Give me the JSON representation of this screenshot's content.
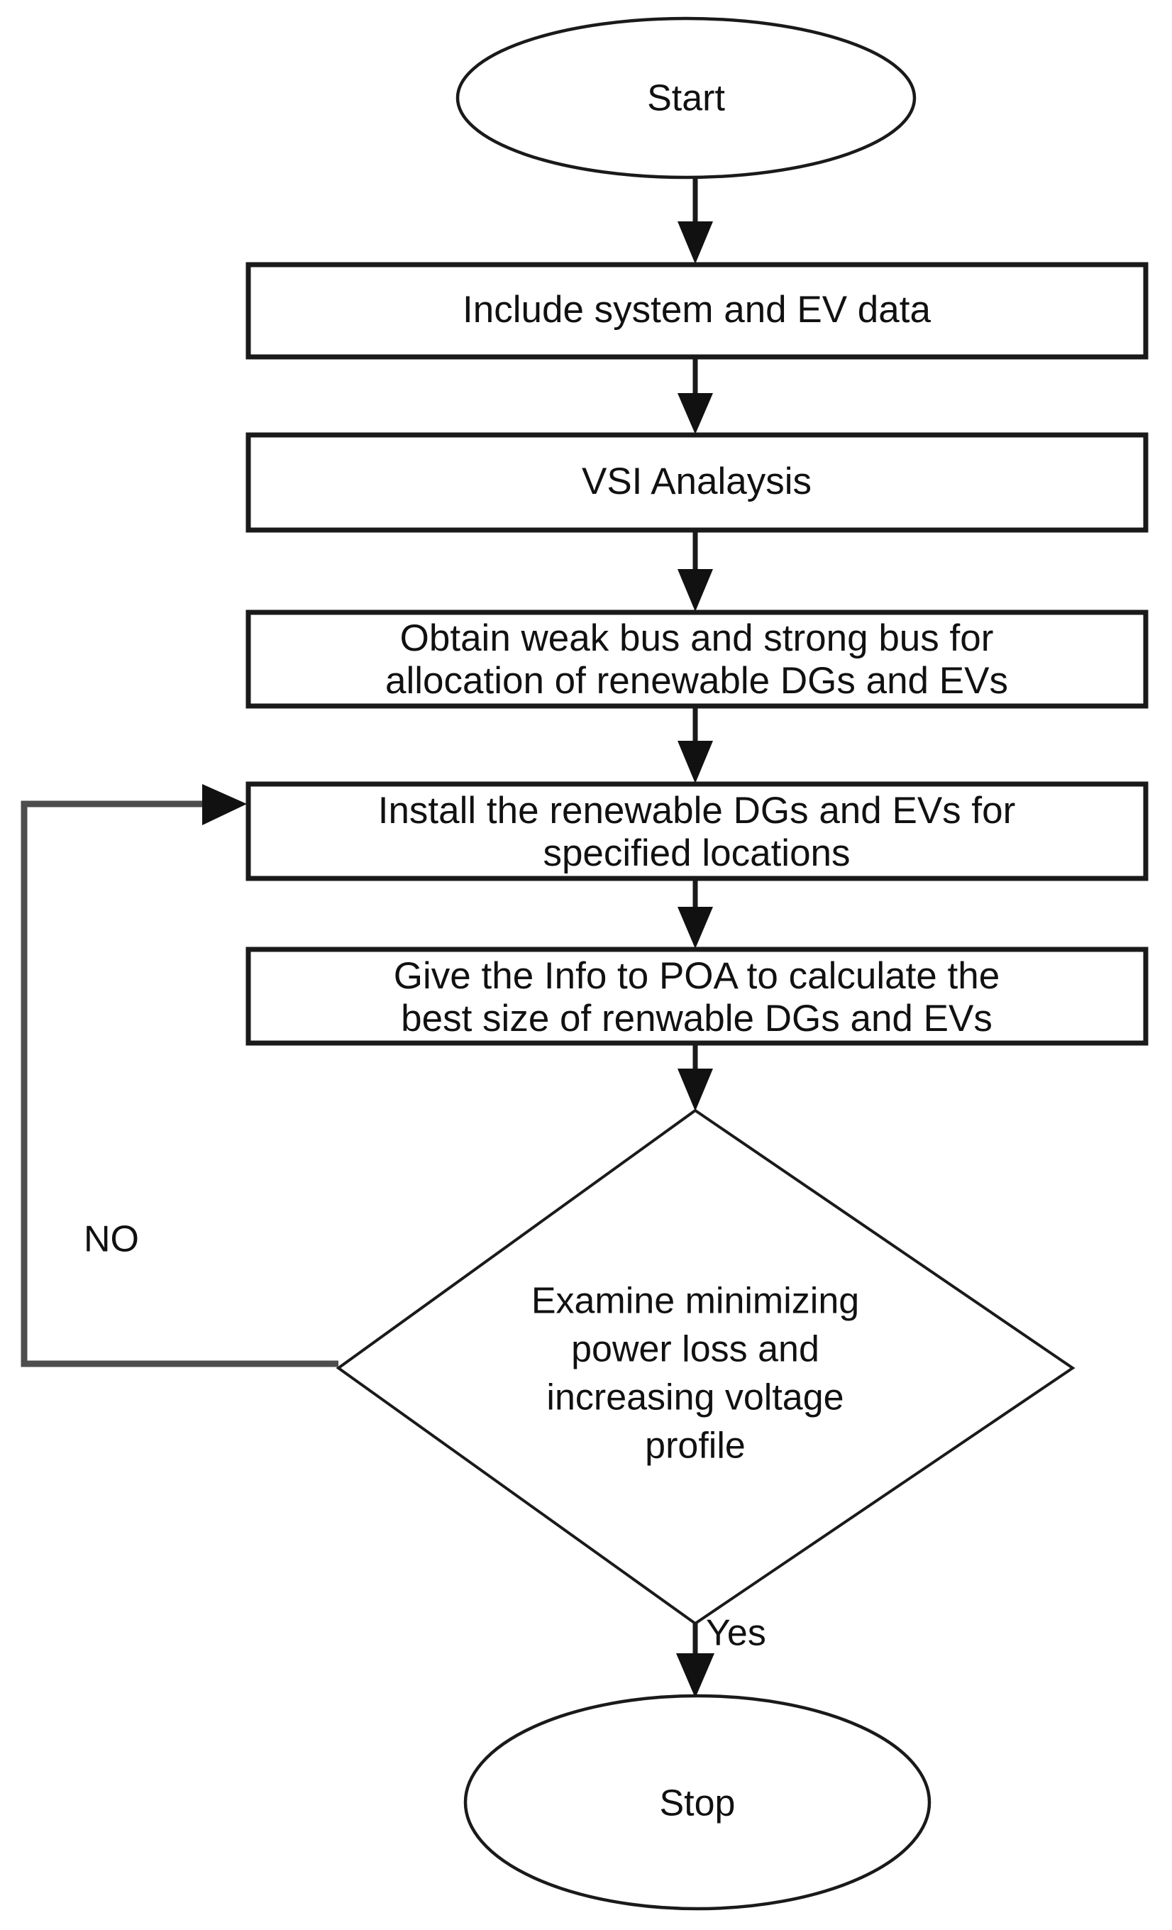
{
  "diagram": {
    "type": "flowchart",
    "title": "",
    "orientation": "top-to-bottom",
    "nodes": [
      {
        "id": "start",
        "shape": "ellipse",
        "label": "Start"
      },
      {
        "id": "data",
        "shape": "rectangle",
        "label": "Include system and EV data"
      },
      {
        "id": "vsi",
        "shape": "rectangle",
        "label": "VSI Analaysis"
      },
      {
        "id": "obtain",
        "shape": "rectangle",
        "label_line1": "Obtain weak bus and strong bus for",
        "label_line2": "allocation of renewable DGs and EVs"
      },
      {
        "id": "install",
        "shape": "rectangle",
        "label_line1": "Install the renewable DGs and EVs for",
        "label_line2": "specified locations"
      },
      {
        "id": "poa",
        "shape": "rectangle",
        "label_line1": "Give the Info to POA to calculate the",
        "label_line2": "best size of renwable DGs and EVs"
      },
      {
        "id": "examine",
        "shape": "diamond",
        "label_line1": "Examine minimizing",
        "label_line2": "power loss and",
        "label_line3": "increasing voltage",
        "label_line4": "profile"
      },
      {
        "id": "stop",
        "shape": "ellipse",
        "label": "Stop"
      }
    ],
    "edges": [
      {
        "from": "start",
        "to": "data",
        "label": ""
      },
      {
        "from": "data",
        "to": "vsi",
        "label": ""
      },
      {
        "from": "vsi",
        "to": "obtain",
        "label": ""
      },
      {
        "from": "obtain",
        "to": "install",
        "label": ""
      },
      {
        "from": "install",
        "to": "poa",
        "label": ""
      },
      {
        "from": "poa",
        "to": "examine",
        "label": ""
      },
      {
        "from": "examine",
        "to": "stop",
        "label": "Yes"
      },
      {
        "from": "examine",
        "to": "install",
        "label": "NO"
      }
    ],
    "edge_labels": {
      "no": "NO",
      "yes": "Yes"
    },
    "colors": {
      "background": "#ffffff",
      "stroke": "#1a1a1a",
      "loop_stroke": "#4d4d4d",
      "text": "#111111"
    }
  }
}
